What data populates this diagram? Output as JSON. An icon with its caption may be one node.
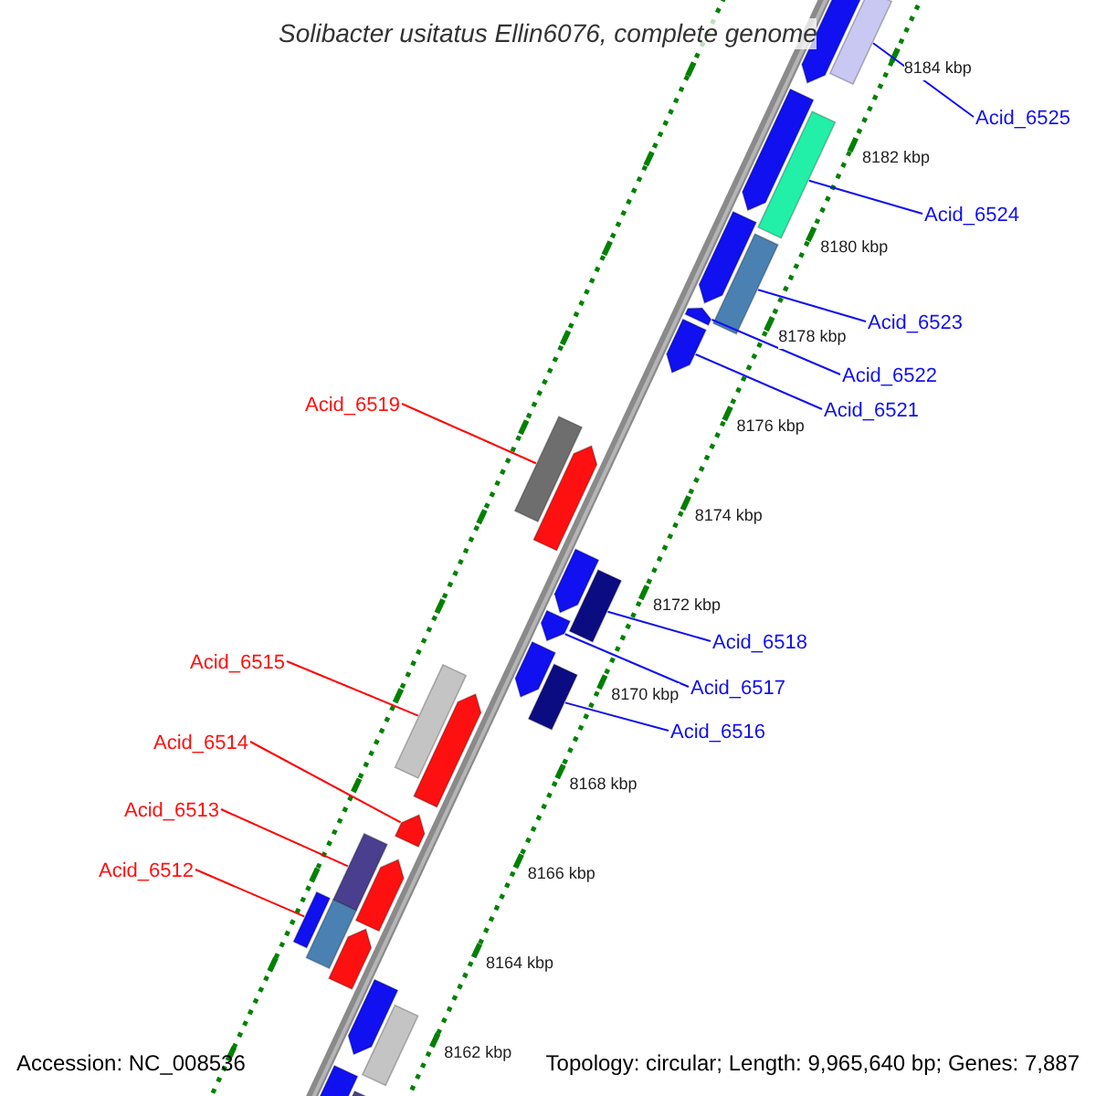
{
  "diagram": {
    "title": "Solibacter usitatus Ellin6076, complete genome",
    "nodes": [
      {
        "text": [
          "Acid_6525"
        ]
      },
      {
        "text": [],
        "shape": "arrow"
      },
      {
        "text": [
          "Acid_6524"
        ]
      },
      {
        "text": [],
        "shape": "arrow"
      },
      {
        "text": [
          "Acid_6523"
        ]
      },
      {
        "text": [],
        "shape": "arrow"
      },
      {
        "text": [
          "Acid_6522"
        ]
      },
      {
        "text": [],
        "shape": "arrow"
      },
      {
        "text": [
          "Acid_6521"
        ]
      },
      {
        "text": [],
        "shape": "arrow"
      },
      {
        "text": [
          "Acid_6519"
        ]
      },
      {
        "text": [],
        "shape": "arrow"
      },
      {
        "text": [
          "Acid_6518"
        ]
      },
      {
        "text": [],
        "shape": "arrow"
      },
      {
        "text": [
          "Acid_6517"
        ]
      },
      {
        "text": [],
        "shape": "arrow"
      },
      {
        "text": [
          "Acid_6516"
        ]
      },
      {
        "text": [],
        "shape": "arrow"
      },
      {
        "text": [
          "Acid_6515"
        ]
      },
      {
        "text": [],
        "shape": "arrow"
      },
      {
        "text": [
          "Acid_6514"
        ]
      },
      {
        "text": [],
        "shape": "arrow"
      },
      {
        "text": [
          "Acid_6513"
        ]
      },
      {
        "text": [],
        "shape": "arrow"
      },
      {
        "text": [
          "Acid_6512"
        ]
      },
      {
        "text": [],
        "shape": "arrow"
      },
      {
        "text": [],
        "shape": "arrow"
      },
      {
        "text": [],
        "shape": "arrow"
      }
    ],
    "edges": [
      {
        "from": 0,
        "to": 1,
        "arrow": "none"
      },
      {
        "from": 2,
        "to": 3,
        "arrow": "none"
      },
      {
        "from": 4,
        "to": 5,
        "arrow": "none"
      },
      {
        "from": 6,
        "to": 7,
        "arrow": "none"
      },
      {
        "from": 8,
        "to": 9,
        "arrow": "none"
      },
      {
        "from": 10,
        "to": 11,
        "arrow": "none",
        "color": "#ff0000"
      },
      {
        "from": 12,
        "to": 13,
        "arrow": "none"
      },
      {
        "from": 14,
        "to": 15,
        "arrow": "none"
      },
      {
        "from": 16,
        "to": 17,
        "arrow": "none"
      },
      {
        "from": 18,
        "to": 19,
        "arrow": "none",
        "color": "#ff0000"
      },
      {
        "from": 20,
        "to": 21,
        "arrow": "none",
        "color": "#ff0000"
      },
      {
        "from": 22,
        "to": 23,
        "arrow": "none",
        "color": "#ff0000"
      },
      {
        "from": 24,
        "to": 25,
        "arrow": "none",
        "color": "#ff0000"
      }
    ],
    "labels": [
      "8184 kbp",
      "8182 kbp",
      "8180 kbp",
      "8178 kbp",
      "8176 kbp",
      "8174 kbp",
      "8172 kbp",
      "8170 kbp",
      "8168 kbp",
      "8166 kbp",
      "8164 kbp",
      "8162 kbp",
      "Accession: NC_008536",
      "Topology: circular; Length: 9,965,640 bp; Genes: 7,887"
    ]
  }
}
